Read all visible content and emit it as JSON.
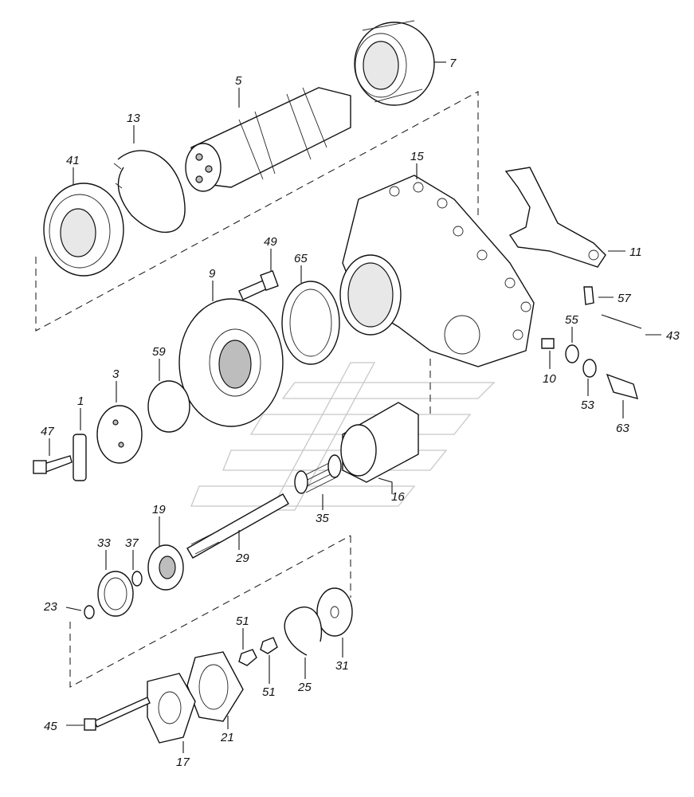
{
  "diagram": {
    "callouts": [
      {
        "id": "c5",
        "number": "5"
      },
      {
        "id": "c7",
        "number": "7"
      },
      {
        "id": "c13",
        "number": "13"
      },
      {
        "id": "c41",
        "number": "41"
      },
      {
        "id": "c15",
        "number": "15"
      },
      {
        "id": "c11",
        "number": "11"
      },
      {
        "id": "c49",
        "number": "49"
      },
      {
        "id": "c65",
        "number": "65"
      },
      {
        "id": "c9",
        "number": "9"
      },
      {
        "id": "c57",
        "number": "57"
      },
      {
        "id": "c55",
        "number": "55"
      },
      {
        "id": "c43",
        "number": "43"
      },
      {
        "id": "c59",
        "number": "59"
      },
      {
        "id": "c3",
        "number": "3"
      },
      {
        "id": "c10",
        "number": "10"
      },
      {
        "id": "c53",
        "number": "53"
      },
      {
        "id": "c1",
        "number": "1"
      },
      {
        "id": "c47",
        "number": "47"
      },
      {
        "id": "c63",
        "number": "63"
      },
      {
        "id": "c16",
        "number": "16"
      },
      {
        "id": "c35",
        "number": "35"
      },
      {
        "id": "c19",
        "number": "19"
      },
      {
        "id": "c33",
        "number": "33"
      },
      {
        "id": "c37",
        "number": "37"
      },
      {
        "id": "c29",
        "number": "29"
      },
      {
        "id": "c23",
        "number": "23"
      },
      {
        "id": "c51a",
        "number": "51"
      },
      {
        "id": "c31",
        "number": "31"
      },
      {
        "id": "c51b",
        "number": "51"
      },
      {
        "id": "c25",
        "number": "25"
      },
      {
        "id": "c45",
        "number": "45"
      },
      {
        "id": "c21",
        "number": "21"
      },
      {
        "id": "c17",
        "number": "17"
      }
    ]
  }
}
